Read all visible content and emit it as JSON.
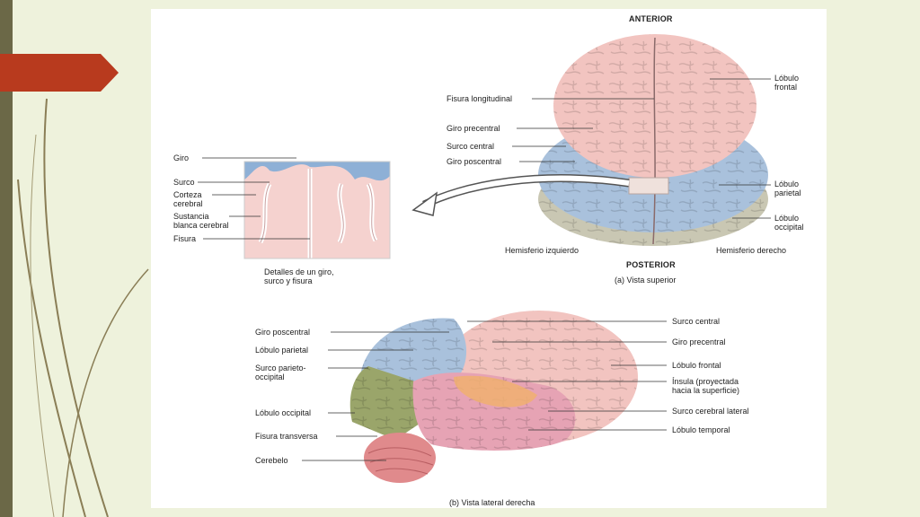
{
  "colors": {
    "background": "#eef2dc",
    "accent_red": "#b83a1e",
    "frontal": "#f2c4c0",
    "parietal": "#a9c1dc",
    "occipital": "#c9c7b3",
    "occipital_lateral": "#9aa56a",
    "temporal": "#e6a3b4",
    "cerebellum": "#e08a8c",
    "insula": "#f0b070"
  },
  "superior": {
    "anterior": "ANTERIOR",
    "posterior": "POSTERIOR",
    "caption": "(a) Vista superior",
    "left_hemisphere": "Hemisferio izquierdo",
    "right_hemisphere": "Hemisferio derecho",
    "fisura_longitudinal": "Fisura longitudinal",
    "giro_precentral": "Giro precentral",
    "surco_central": "Surco central",
    "giro_poscentral": "Giro poscentral",
    "lobulo_frontal_1": "Lóbulo",
    "lobulo_frontal_2": "frontal",
    "lobulo_parietal_1": "Lóbulo",
    "lobulo_parietal_2": "parietal",
    "lobulo_occipital_1": "Lóbulo",
    "lobulo_occipital_2": "occipital"
  },
  "detail": {
    "giro": "Giro",
    "surco": "Surco",
    "corteza_1": "Corteza",
    "corteza_2": "cerebral",
    "sustancia_1": "Sustancia",
    "sustancia_2": "blanca cerebral",
    "fisura": "Fisura",
    "caption_1": "Detalles de un giro,",
    "caption_2": "surco y fisura"
  },
  "lateral": {
    "caption": "(b) Vista lateral derecha",
    "giro_poscentral": "Giro poscentral",
    "lobulo_parietal": "Lóbulo parietal",
    "surco_parieto_1": "Surco parieto-",
    "surco_parieto_2": "occipital",
    "lobulo_occipital": "Lóbulo occipital",
    "fisura_transversa": "Fisura transversa",
    "cerebelo": "Cerebelo",
    "surco_central": "Surco central",
    "giro_precentral": "Giro precentral",
    "lobulo_frontal": "Lóbulo frontal",
    "insula_1": "Ínsula (proyectada",
    "insula_2": "hacia la superficie)",
    "surco_lateral": "Surco cerebral lateral",
    "lobulo_temporal": "Lóbulo temporal"
  }
}
